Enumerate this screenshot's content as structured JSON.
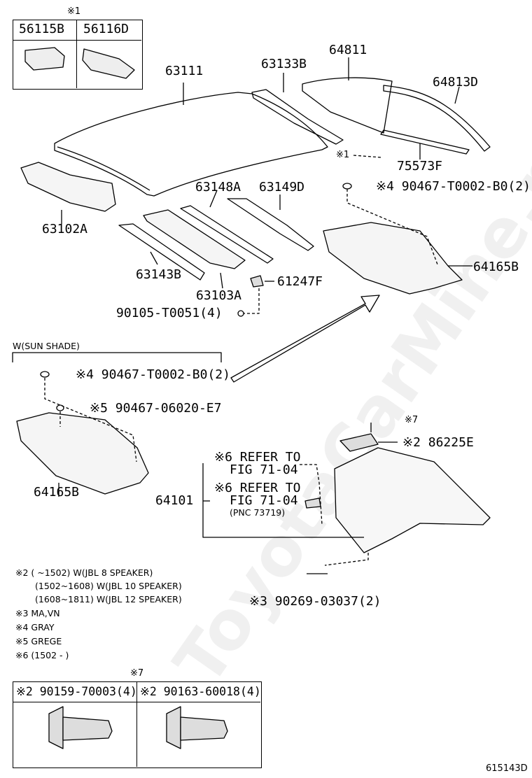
{
  "watermark": "ToyotaCarMine.ru",
  "diagram_code": "615143D",
  "top_box": {
    "note": "※1",
    "parts": [
      "56115B",
      "56116D"
    ]
  },
  "labels": {
    "p63111": "63111",
    "p63133B": "63133B",
    "p64811": "64811",
    "p64813D": "64813D",
    "p75573F": "75573F",
    "note1": "※1",
    "p63102A": "63102A",
    "p63148A": "63148A",
    "p63149D": "63149D",
    "clip_top": "※4 90467-T0002-B0(2)",
    "p64165B_top": "64165B",
    "p63143B": "63143B",
    "p63103A": "63103A",
    "p61247F": "61247F",
    "p90105": "90105-T0051(4)"
  },
  "sunshade": {
    "title": "W(SUN SHADE)",
    "clip1": "※4 90467-T0002-B0(2)",
    "clip2": "※5 90467-06020-E7",
    "part": "64165B"
  },
  "lower": {
    "note7": "※7",
    "p86225E": "※2 86225E",
    "refer1_line1": "※6 REFER TO",
    "refer1_line2": "FIG 71-04",
    "refer2_line1": "※6 REFER TO",
    "refer2_line2": "FIG 71-04",
    "refer2_line3": "(PNC 73719)",
    "p64101": "64101",
    "p90269": "※3 90269-03037(2)"
  },
  "notes": [
    "※2 (      ~1502) W(JBL 8 SPEAKER)",
    "(1502~1608) W(JBL 10 SPEAKER)",
    "(1608~1811) W(JBL 12 SPEAKER)",
    "※3 MA,VN",
    "※4 GRAY",
    "※5 GREGE",
    "※6 (1502 -      )"
  ],
  "bolt_box": {
    "note": "※7",
    "parts": [
      "※2 90159-70003(4)",
      "※2 90163-60018(4)"
    ]
  }
}
